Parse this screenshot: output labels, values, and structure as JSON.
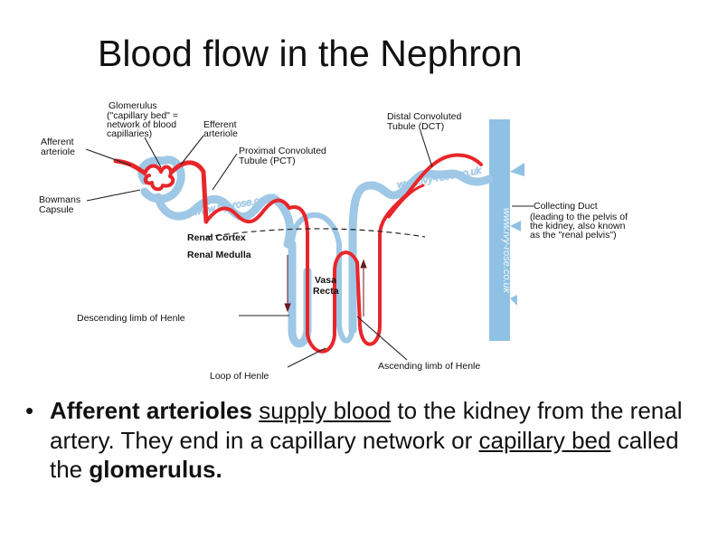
{
  "slide": {
    "title": "Blood flow in the Nephron"
  },
  "diagram": {
    "labels": {
      "glomerulus": "Glomerulus",
      "glomerulus_note1": "(\"capillary bed\" =",
      "glomerulus_note2": "network of blood",
      "glomerulus_note3": "capillaries)",
      "efferent1": "Efferent",
      "efferent2": "arteriole",
      "afferent1": "Afferent",
      "afferent2": "arteriole",
      "bowmans1": "Bowmans",
      "bowmans2": "Capsule",
      "pct1": "Proximal Convoluted",
      "pct2": "Tubule (PCT)",
      "dct1": "Distal Convoluted",
      "dct2": "Tubule (DCT)",
      "collecting1": "Collecting Duct",
      "collecting2": "(leading to the pelvis of",
      "collecting3": "the kidney, also known",
      "collecting4": "as the \"renal pelvis\")",
      "cortex": "Renal Cortex",
      "medulla": "Renal Medulla",
      "vasa1": "Vasa",
      "vasa2": "Recta",
      "descending": "Descending limb of Henle",
      "loop": "Loop of Henle",
      "ascending": "Ascending limb of Henle"
    },
    "watermark": "www.ivy-rose.co.uk",
    "colors": {
      "tubule": "#9ec8e6",
      "blood": "#e8262a",
      "duct": "#8fc1e4",
      "label": "#111111"
    }
  },
  "bullet": {
    "marker": "•",
    "part1": "Afferent arterioles",
    "part2": " ",
    "part3": "supply blood",
    "part4": " to the kidney from the renal artery.  They end in a capillary network or ",
    "part5": "capillary bed",
    "part6": " called the ",
    "part7": "glomerulus."
  }
}
